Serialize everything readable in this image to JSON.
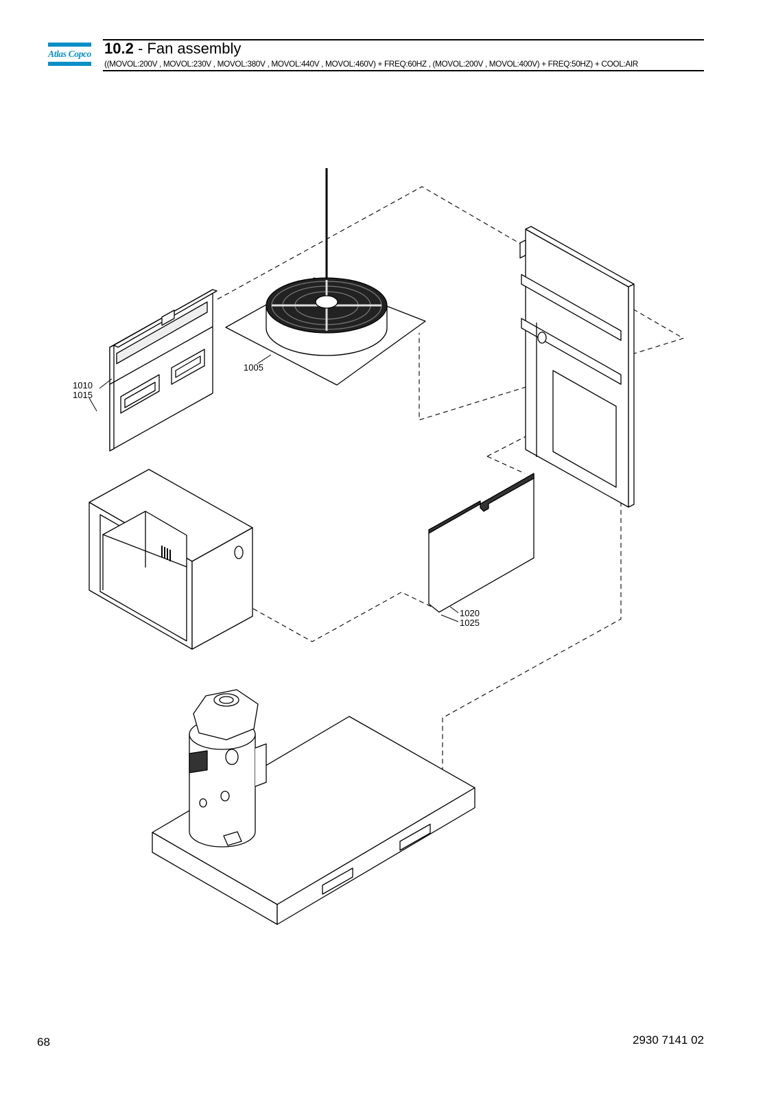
{
  "header": {
    "logo_text": "Atlas Copco",
    "section_number": "10.2",
    "section_separator": " - ",
    "section_title": "Fan assembly",
    "applicability": "((MOVOL:200V , MOVOL:230V , MOVOL:380V , MOVOL:440V , MOVOL:460V) + FREQ:60HZ , (MOVOL:200V , MOVOL:400V) + FREQ:50HZ) + COOL:AIR"
  },
  "callouts": {
    "fan": "1005",
    "left_panel_a": "1010",
    "left_panel_b": "1015",
    "front_panel_a": "1020",
    "front_panel_b": "1025"
  },
  "footer": {
    "page_number": "68",
    "document_number": "2930 7141 02"
  }
}
